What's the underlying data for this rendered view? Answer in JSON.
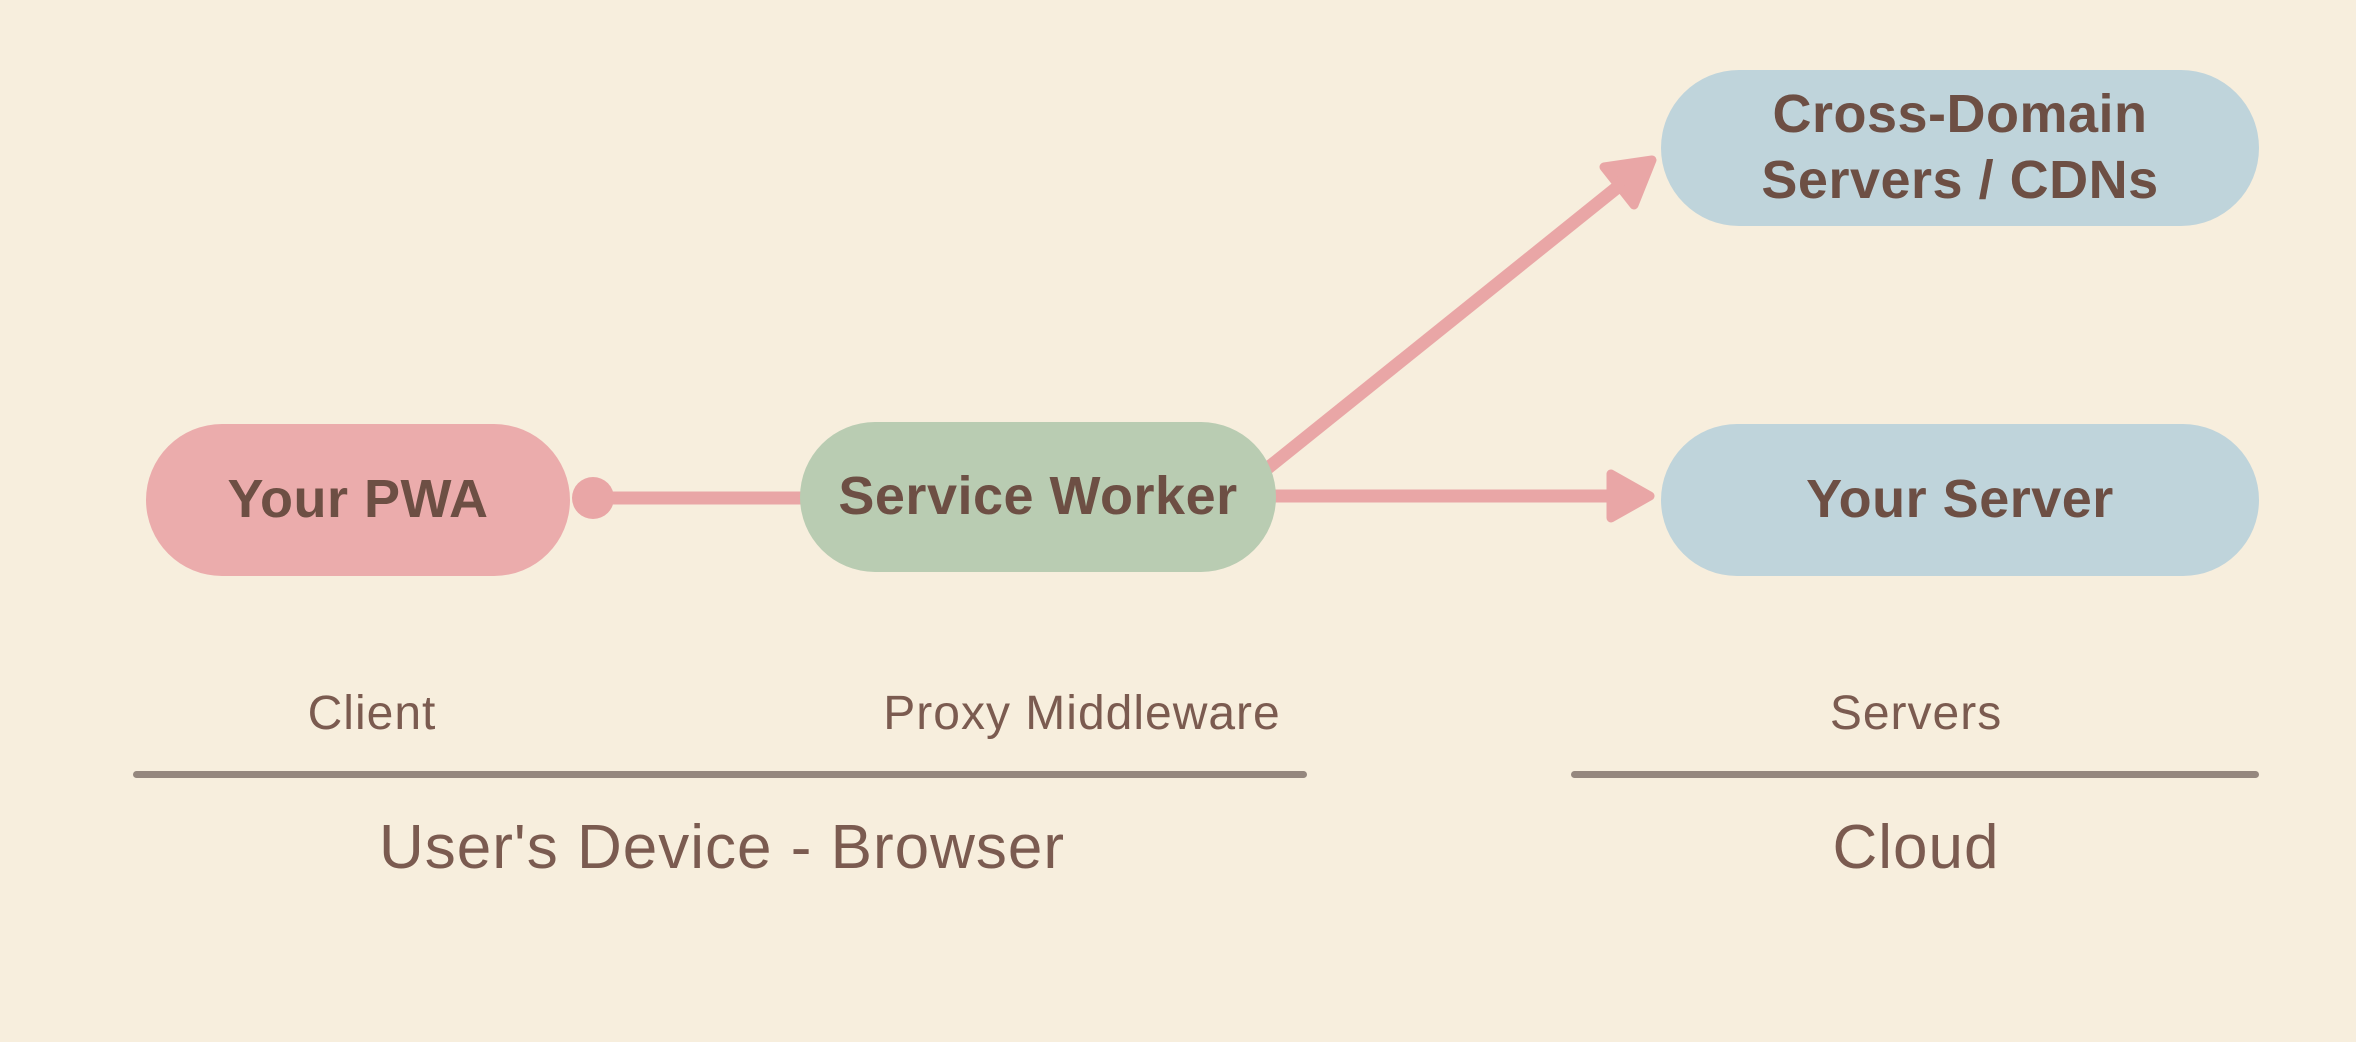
{
  "colors": {
    "background": "#f7eedd",
    "pink_node": "#ebacac",
    "green_node": "#b9ccb2",
    "blue_node": "#bfd4db",
    "connector_pink": "#e9a6a6",
    "node_text": "#6d4f44",
    "label_text": "#7b5b50",
    "divider": "#95877e"
  },
  "nodes": {
    "your_pwa": {
      "label": "Your PWA"
    },
    "service_worker": {
      "label": "Service Worker"
    },
    "cross_domain": {
      "line1": "Cross-Domain",
      "line2": "Servers / CDNs"
    },
    "your_server": {
      "label": "Your Server"
    }
  },
  "roles": {
    "client": "Client",
    "proxy": "Proxy Middleware",
    "servers": "Servers"
  },
  "zones": {
    "device": "User's Device - Browser",
    "cloud": "Cloud"
  },
  "connections": [
    {
      "from": "your_pwa",
      "to": "service_worker",
      "style": "dot-start"
    },
    {
      "from": "service_worker",
      "to": "cross_domain",
      "style": "arrow"
    },
    {
      "from": "service_worker",
      "to": "your_server",
      "style": "arrow"
    }
  ]
}
